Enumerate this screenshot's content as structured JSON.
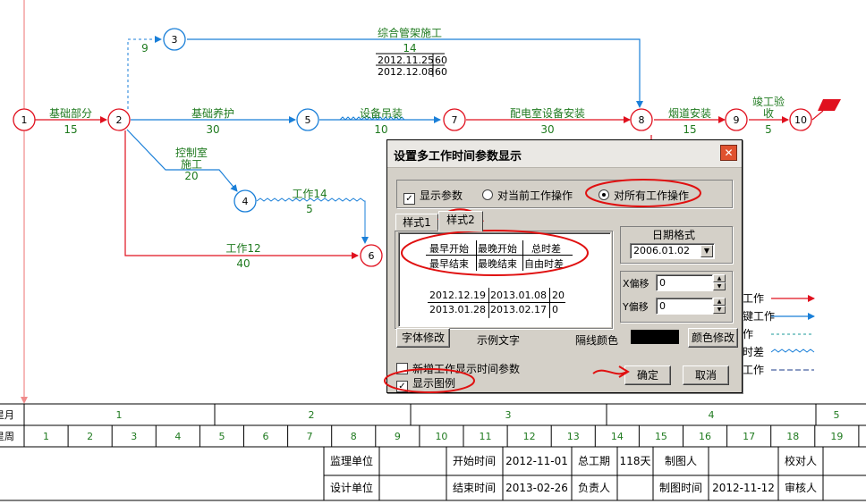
{
  "network": {
    "nodes": [
      "1",
      "2",
      "3",
      "4",
      "5",
      "6",
      "7",
      "8",
      "9",
      "10"
    ],
    "activities": {
      "a12": {
        "name": "基础部分",
        "dur": "15"
      },
      "a25": {
        "name": "基础养护",
        "dur": "30"
      },
      "a57": {
        "name": "设备吊装",
        "dur": "10"
      },
      "a78": {
        "name": "配电室设备安装",
        "dur": "30"
      },
      "a89": {
        "name": "烟道安装",
        "dur": "15"
      },
      "a910": {
        "name_line1": "竣工验",
        "name_line2": "收",
        "dur": "5"
      },
      "a24": {
        "name_line1": "控制室",
        "name_line2": "施工",
        "dur": "20"
      },
      "a46": {
        "name": "工作14",
        "dur": "5"
      },
      "a26": {
        "name": "工作12",
        "dur": "40"
      },
      "a38": {
        "name": "综合管架施工",
        "dur": "14"
      },
      "a23": {
        "dur": "9"
      }
    },
    "time_box": {
      "r1c1": "2012.11.25",
      "r1c2": "60",
      "r2c1": "2012.12.08",
      "r2c2": "60"
    }
  },
  "legend": [
    "工作",
    "键工作",
    "作",
    "时差",
    "工作"
  ],
  "timescale": {
    "month_label": "星月",
    "week_label": "星周",
    "months": [
      "1",
      "2",
      "3",
      "4",
      "5"
    ],
    "weeks": [
      "1",
      "2",
      "3",
      "4",
      "5",
      "6",
      "7",
      "8",
      "9",
      "10",
      "11",
      "12",
      "13",
      "14",
      "15",
      "16",
      "17",
      "18",
      "19"
    ]
  },
  "footer": {
    "supervisor_label": "监理单位",
    "design_label": "设计单位",
    "start_label": "开始时间",
    "start_value": "2012-11-01",
    "end_label": "结束时间",
    "end_value": "2013-02-26",
    "duration_label": "总工期",
    "duration_value": "118天",
    "owner_label": "负责人",
    "drafter_label": "制图人",
    "draw_time_label": "制图时间",
    "draw_time_value": "2012-11-12",
    "checker_label": "校对人",
    "reviewer_label": "审核人"
  },
  "dialog": {
    "title": "设置多工作时间参数显示",
    "show_params": "显示参数",
    "radio_current": "对当前工作操作",
    "radio_all": "对所有工作操作",
    "tab1": "样式1",
    "tab2": "样式2",
    "preview": {
      "h1": "最早开始",
      "h2": "最晚开始",
      "h3": "总时差",
      "h4": "最早结束",
      "h5": "最晚结束",
      "h6": "自由时差",
      "v1": "2012.12.19",
      "v2": "2013.01.08",
      "v3": "20",
      "v4": "2013.01.28",
      "v5": "2013.02.17",
      "v6": "0"
    },
    "date_format_label": "日期格式",
    "date_format_value": "2006.01.02",
    "x_offset_label": "X偏移",
    "x_offset_value": "0",
    "y_offset_label": "Y偏移",
    "y_offset_value": "0",
    "font_btn": "字体修改",
    "sample_text": "示例文字",
    "sep_color_label": "隔线颜色",
    "color_btn": "颜色修改",
    "new_work_chk": "新增工作显示时间参数",
    "show_legend_chk": "显示图例",
    "ok": "确定",
    "cancel": "取消",
    "close_glyph": "✕",
    "check_glyph": "✓",
    "dropdown_glyph": "▼",
    "spin_up": "▲",
    "spin_down": "▼"
  },
  "colors": {
    "critical": "#e0101e",
    "normal": "#1a7fd8",
    "label": "#1f7a1f"
  }
}
